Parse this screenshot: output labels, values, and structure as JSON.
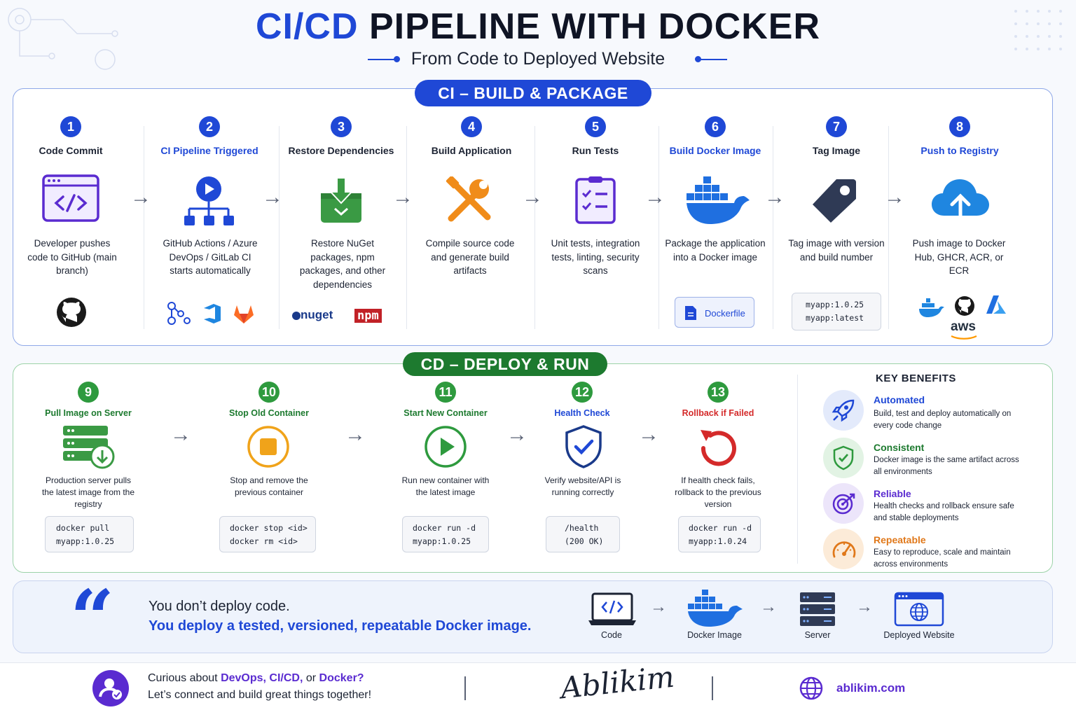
{
  "header": {
    "title_part1": "CI/CD",
    "title_part2": "PIPELINE WITH DOCKER",
    "subtitle": "From Code to Deployed Website"
  },
  "ci": {
    "label": "CI – BUILD & PACKAGE",
    "steps": [
      {
        "num": "1",
        "title": "Code Commit",
        "desc": "Developer pushes code to GitHub (main branch)",
        "icon": "code-window-icon",
        "tools": [
          "github-icon"
        ]
      },
      {
        "num": "2",
        "title": "CI Pipeline Triggered",
        "desc": "GitHub Actions / Azure DevOps / GitLab CI starts automatically",
        "icon": "pipeline-trigger-icon",
        "tools": [
          "github-actions-icon",
          "azure-devops-icon",
          "gitlab-icon"
        ]
      },
      {
        "num": "3",
        "title": "Restore Dependencies",
        "desc": "Restore NuGet packages, npm packages, and other dependencies",
        "icon": "download-box-icon",
        "tools": [
          "nuget",
          "npm"
        ]
      },
      {
        "num": "4",
        "title": "Build Application",
        "desc": "Compile source code and generate build artifacts",
        "icon": "tools-icon",
        "tools": []
      },
      {
        "num": "5",
        "title": "Run Tests",
        "desc": "Unit tests, integration tests, linting, security scans",
        "icon": "checklist-icon",
        "tools": []
      },
      {
        "num": "6",
        "title": "Build Docker Image",
        "desc": "Package the application into a Docker image",
        "icon": "docker-whale-icon",
        "tools": [
          "Dockerfile"
        ]
      },
      {
        "num": "7",
        "title": "Tag Image",
        "desc": "Tag image with version and build number",
        "icon": "tag-icon",
        "code": [
          "myapp:1.0.25",
          "myapp:latest"
        ]
      },
      {
        "num": "8",
        "title": "Push to Registry",
        "desc": "Push image to Docker Hub, GHCR, ACR, or ECR",
        "icon": "cloud-upload-icon",
        "tools": [
          "docker-icon",
          "github-icon",
          "azure-icon",
          "aws"
        ]
      }
    ]
  },
  "cd": {
    "label": "CD – DEPLOY & RUN",
    "steps": [
      {
        "num": "9",
        "title": "Pull Image on Server",
        "desc": "Production server pulls the latest image from the registry",
        "code": [
          "docker pull",
          "myapp:1.0.25"
        ],
        "color": "#1d7a2f"
      },
      {
        "num": "10",
        "title": "Stop Old Container",
        "desc": "Stop and remove the previous container",
        "code": [
          "docker stop <id>",
          "docker rm <id>"
        ],
        "color": "#1d7a2f"
      },
      {
        "num": "11",
        "title": "Start New Container",
        "desc": "Run new container with the latest image",
        "code": [
          "docker run -d",
          "myapp:1.0.25"
        ],
        "color": "#1d7a2f"
      },
      {
        "num": "12",
        "title": "Health Check",
        "desc": "Verify website/API is running correctly",
        "code": [
          "/health",
          "(200 OK)"
        ],
        "color": "#1f48d6"
      },
      {
        "num": "13",
        "title": "Rollback if Failed",
        "desc": "If health check fails, rollback to the previous version",
        "code": [
          "docker run -d",
          "myapp:1.0.24"
        ],
        "color": "#d42a2a"
      }
    ]
  },
  "benefits": {
    "title": "KEY BENEFITS",
    "items": [
      {
        "title": "Automated",
        "desc": "Build, test and deploy automatically on every code change",
        "color": "#1f48d6"
      },
      {
        "title": "Consistent",
        "desc": "Docker image is the same artifact across all environments",
        "color": "#1d7a2f"
      },
      {
        "title": "Reliable",
        "desc": "Health checks and rollback ensure safe and stable deployments",
        "color": "#5a2bd0"
      },
      {
        "title": "Repeatable",
        "desc": "Easy to reproduce, scale and maintain across environments",
        "color": "#e0781a"
      }
    ]
  },
  "quote": {
    "line1": "You don’t deploy code.",
    "line2": "You deploy a tested, versioned, repeatable Docker image.",
    "flow": [
      "Code",
      "Docker Image",
      "Server",
      "Deployed Website"
    ]
  },
  "footer": {
    "line1_pre": "Curious about ",
    "line1_a": "DevOps, CI/CD,",
    "line1_mid": " or ",
    "line1_b": "Docker?",
    "line2": "Let’s connect and build great things together!",
    "signature": "Ablikim",
    "website": "ablikim.com"
  },
  "colors": {
    "primary_blue": "#1f48d6",
    "green": "#1d7a2f",
    "red": "#d42a2a",
    "purple": "#5a2bd0",
    "orange": "#e0781a"
  }
}
